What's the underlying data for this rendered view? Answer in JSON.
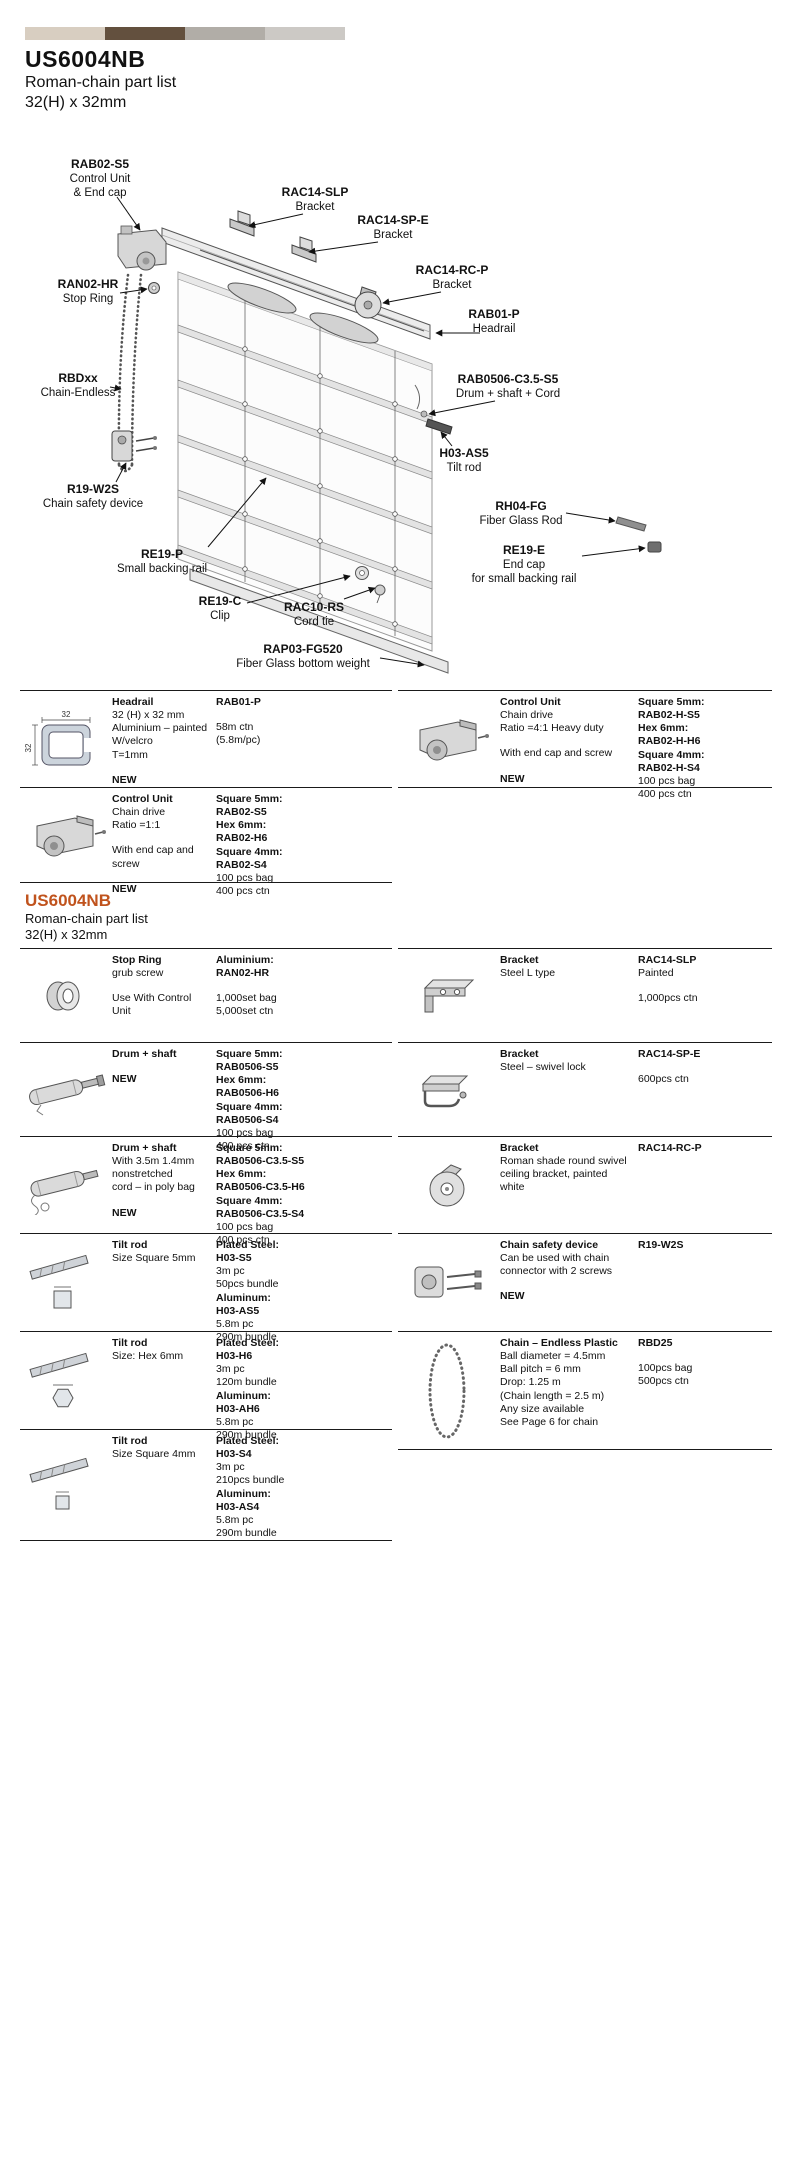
{
  "colors": {
    "accent": "#c0531d",
    "rule": "#1a1a1a"
  },
  "colorbar": [
    "#d8cec1",
    "#63503e",
    "#b1ada7",
    "#ccc9c5"
  ],
  "header": {
    "title": "US6004NB",
    "subtitle1": "Roman-chain part list",
    "subtitle2": "32(H) x 32mm"
  },
  "header2": {
    "title": "US6004NB",
    "subtitle1": "Roman-chain part list",
    "subtitle2": "32(H) x 32mm"
  },
  "figures": {
    "headrail": {
      "dim_w": "32",
      "dim_h": "32"
    }
  },
  "diagram": {
    "labels": [
      {
        "code": "RAB02-S5",
        "lines": [
          "Control Unit",
          "& End cap"
        ]
      },
      {
        "code": "RAC14-SLP",
        "lines": [
          "Bracket"
        ]
      },
      {
        "code": "RAC14-SP-E",
        "lines": [
          "Bracket"
        ]
      },
      {
        "code": "RAC14-RC-P",
        "lines": [
          "Bracket"
        ]
      },
      {
        "code": "RAB01-P",
        "lines": [
          "Headrail"
        ]
      },
      {
        "code": "RAN02-HR",
        "lines": [
          "Stop Ring"
        ]
      },
      {
        "code": "RBDxx",
        "lines": [
          "Chain-Endless"
        ]
      },
      {
        "code": "RAB0506-C3.5-S5",
        "lines": [
          "Drum + shaft + Cord"
        ]
      },
      {
        "code": "H03-AS5",
        "lines": [
          "Tilt rod"
        ]
      },
      {
        "code": "R19-W2S",
        "lines": [
          "Chain safety device"
        ]
      },
      {
        "code": "RH04-FG",
        "lines": [
          "Fiber Glass Rod"
        ]
      },
      {
        "code": "RE19-E",
        "lines": [
          "End cap",
          "for small backing rail"
        ]
      },
      {
        "code": "RE19-P",
        "lines": [
          "Small backing rail"
        ]
      },
      {
        "code": "RE19-C",
        "lines": [
          "Clip"
        ]
      },
      {
        "code": "RAC10-RS",
        "lines": [
          "Cord tie"
        ]
      },
      {
        "code": "RAP03-FG520",
        "lines": [
          "Fiber Glass bottom weight"
        ]
      }
    ]
  },
  "table1": {
    "left": [
      {
        "desc": [
          {
            "t": "Headrail",
            "b": true
          },
          "32 (H) x 32 mm",
          "Aluminium – painted",
          "W/velcro",
          "T=1mm",
          {
            "t": "NEW",
            "b": true,
            "gap": true
          }
        ],
        "codes": [
          {
            "t": "RAB01-P",
            "b": true
          },
          {
            "t": "58m ctn",
            "gap": true
          },
          "(5.8m/pc)"
        ]
      },
      {
        "desc": [
          {
            "t": "Control Unit",
            "b": true
          },
          "Chain drive",
          "Ratio =1:1",
          {
            "t": "With end cap and screw",
            "gap": true
          },
          {
            "t": "NEW",
            "b": true,
            "gap": true
          }
        ],
        "codes": [
          {
            "t": "Square 5mm:",
            "b": true
          },
          {
            "t": "RAB02-S5",
            "b": true
          },
          {
            "t": "Hex 6mm:",
            "b": true
          },
          {
            "t": "RAB02-H6",
            "b": true
          },
          {
            "t": "Square 4mm:",
            "b": true
          },
          {
            "t": "RAB02-S4",
            "b": true
          },
          "100 pcs bag",
          "400 pcs ctn"
        ]
      }
    ],
    "right": [
      {
        "desc": [
          {
            "t": "Control Unit",
            "b": true
          },
          "Chain drive",
          "Ratio =4:1 Heavy duty",
          {
            "t": "With end cap and screw",
            "gap": true
          },
          {
            "t": "NEW",
            "b": true,
            "gap": true
          }
        ],
        "codes": [
          {
            "t": "Square 5mm:",
            "b": true
          },
          {
            "t": "RAB02-H-S5",
            "b": true
          },
          {
            "t": "Hex 6mm:",
            "b": true
          },
          {
            "t": "RAB02-H-H6",
            "b": true
          },
          {
            "t": "Square 4mm:",
            "b": true
          },
          {
            "t": "RAB02-H-S4",
            "b": true
          },
          "100 pcs bag",
          "400 pcs ctn"
        ]
      }
    ]
  },
  "table2": {
    "left": [
      {
        "desc": [
          {
            "t": "Stop Ring",
            "b": true
          },
          "grub screw",
          {
            "t": "Use With Control Unit",
            "gap": true
          }
        ],
        "codes": [
          {
            "t": "Aluminium:",
            "b": true
          },
          {
            "t": "RAN02-HR",
            "b": true
          },
          {
            "t": "1,000set bag",
            "gap": true
          },
          "5,000set ctn"
        ]
      },
      {
        "desc": [
          {
            "t": "Drum + shaft",
            "b": true
          },
          {
            "t": "NEW",
            "b": true,
            "gap": true
          }
        ],
        "codes": [
          {
            "t": "Square 5mm:",
            "b": true
          },
          {
            "t": "RAB0506-S5",
            "b": true
          },
          {
            "t": "Hex 6mm:",
            "b": true
          },
          {
            "t": "RAB0506-H6",
            "b": true
          },
          {
            "t": "Square 4mm:",
            "b": true
          },
          {
            "t": "RAB0506-S4",
            "b": true
          },
          "100 pcs bag",
          "400 pcs ctn"
        ]
      },
      {
        "desc": [
          {
            "t": "Drum + shaft",
            "b": true
          },
          "With 3.5m 1.4mm",
          "nonstretched",
          "cord – in poly bag",
          {
            "t": "NEW",
            "b": true,
            "gap": true
          }
        ],
        "codes": [
          {
            "t": "Square 5mm:",
            "b": true
          },
          {
            "t": "RAB0506-C3.5-S5",
            "b": true
          },
          {
            "t": "Hex 6mm:",
            "b": true
          },
          {
            "t": "RAB0506-C3.5-H6",
            "b": true
          },
          {
            "t": "Square 4mm:",
            "b": true
          },
          {
            "t": "RAB0506-C3.5-S4",
            "b": true
          },
          "100 pcs bag",
          "400 pcs ctn"
        ]
      },
      {
        "desc": [
          {
            "t": "Tilt rod",
            "b": true
          },
          "Size Square 5mm"
        ],
        "codes": [
          {
            "t": "Plated Steel:",
            "b": true
          },
          {
            "t": "H03-S5",
            "b": true
          },
          "3m pc",
          "50pcs bundle",
          {
            "t": "Aluminum:",
            "b": true
          },
          {
            "t": "H03-AS5",
            "b": true
          },
          "5.8m pc",
          "290m bundle"
        ]
      },
      {
        "desc": [
          {
            "t": "Tilt rod",
            "b": true
          },
          "Size: Hex 6mm"
        ],
        "codes": [
          {
            "t": "Plated Steel:",
            "b": true
          },
          {
            "t": "H03-H6",
            "b": true
          },
          "3m pc",
          "120m bundle",
          {
            "t": "Aluminum:",
            "b": true
          },
          {
            "t": "H03-AH6",
            "b": true
          },
          "5.8m pc",
          "290m bundle"
        ]
      },
      {
        "desc": [
          {
            "t": "Tilt rod",
            "b": true
          },
          "Size Square 4mm"
        ],
        "codes": [
          {
            "t": "Plated Steel:",
            "b": true
          },
          {
            "t": "H03-S4",
            "b": true
          },
          "3m pc",
          "210pcs bundle",
          {
            "t": "Aluminum:",
            "b": true
          },
          {
            "t": "H03-AS4",
            "b": true
          },
          "5.8m pc",
          "290m bundle"
        ]
      }
    ],
    "right": [
      {
        "desc": [
          {
            "t": "Bracket",
            "b": true
          },
          "Steel L type"
        ],
        "codes": [
          {
            "t": "RAC14-SLP",
            "b": true
          },
          "Painted",
          {
            "t": "1,000pcs ctn",
            "gap": true
          }
        ]
      },
      {
        "desc": [
          {
            "t": "Bracket",
            "b": true
          },
          "Steel – swivel lock"
        ],
        "codes": [
          {
            "t": "RAC14-SP-E",
            "b": true
          },
          {
            "t": "600pcs ctn",
            "gap": true
          }
        ]
      },
      {
        "desc": [
          {
            "t": "Bracket",
            "b": true
          },
          "Roman shade round swivel",
          "ceiling bracket, painted",
          "white"
        ],
        "codes": [
          {
            "t": "RAC14-RC-P",
            "b": true
          }
        ]
      },
      {
        "desc": [
          {
            "t": "Chain safety device",
            "b": true
          },
          "Can be used with chain",
          "connector with 2 screws",
          {
            "t": "NEW",
            "b": true,
            "gap": true
          }
        ],
        "codes": [
          {
            "t": "R19-W2S",
            "b": true
          }
        ]
      },
      {
        "desc": [
          {
            "t": "Chain – Endless Plastic",
            "b": true
          },
          "Ball diameter = 4.5mm",
          "Ball pitch = 6 mm",
          "Drop: 1.25 m",
          "(Chain length = 2.5 m)",
          "Any size available",
          "See Page 6 for chain"
        ],
        "codes": [
          {
            "t": "RBD25",
            "b": true
          },
          {
            "t": "100pcs bag",
            "gap": true
          },
          "500pcs ctn"
        ]
      }
    ]
  }
}
